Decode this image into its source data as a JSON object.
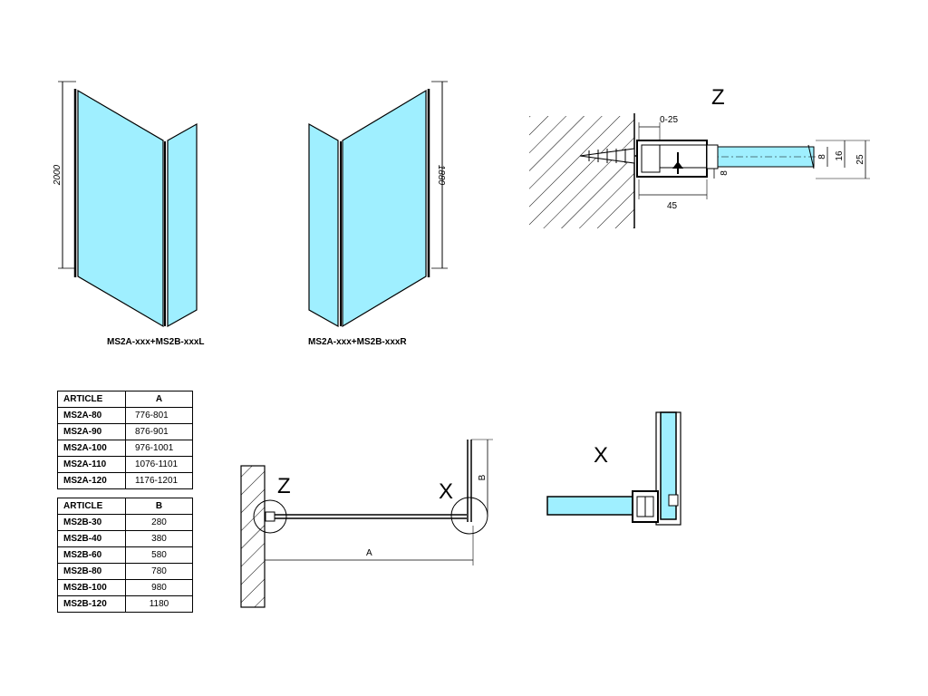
{
  "views": {
    "left_caption": "MS2A-xxx+MS2B-xxxL",
    "right_caption": "MS2A-xxx+MS2B-xxxR",
    "left_height": "2000",
    "right_height": "1880"
  },
  "detail_z": {
    "title": "Z",
    "dim_gap": "0-25",
    "dim_glass": "8",
    "dim_16": "16",
    "dim_25": "25",
    "dim_8": "8",
    "dim_45": "45"
  },
  "plan": {
    "label_z": "Z",
    "label_x": "X",
    "dim_a": "A",
    "dim_b": "B"
  },
  "detail_x": {
    "title": "X"
  },
  "table_a": {
    "header": [
      "ARTICLE",
      "A"
    ],
    "rows": [
      [
        "MS2A-80",
        "776-801"
      ],
      [
        "MS2A-90",
        "876-901"
      ],
      [
        "MS2A-100",
        "976-1001"
      ],
      [
        "MS2A-110",
        "1076-1101"
      ],
      [
        "MS2A-120",
        "1176-1201"
      ]
    ]
  },
  "table_b": {
    "header": [
      "ARTICLE",
      "B"
    ],
    "rows": [
      [
        "MS2B-30",
        "280"
      ],
      [
        "MS2B-40",
        "380"
      ],
      [
        "MS2B-60",
        "580"
      ],
      [
        "MS2B-80",
        "780"
      ],
      [
        "MS2B-100",
        "980"
      ],
      [
        "MS2B-120",
        "1180"
      ]
    ]
  },
  "colors": {
    "glass": "#9fefff",
    "line": "#000000"
  }
}
